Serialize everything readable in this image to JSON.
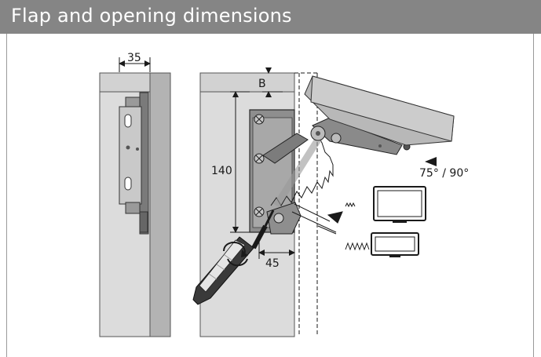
{
  "header": {
    "title": "Flap and opening dimensions"
  },
  "labels": {
    "dim_35": "35",
    "dim_b": "B",
    "dim_140": "140",
    "dim_45": "45",
    "angle": "75° / 90°"
  },
  "colors": {
    "header_bg": "#858585",
    "header_text": "#ffffff",
    "panel_light": "#d8d8d8",
    "panel_mid": "#bdbdbd",
    "panel_dark": "#a3a3a3",
    "mechanism": "#8a8a8a",
    "line": "#1a1a1a"
  }
}
